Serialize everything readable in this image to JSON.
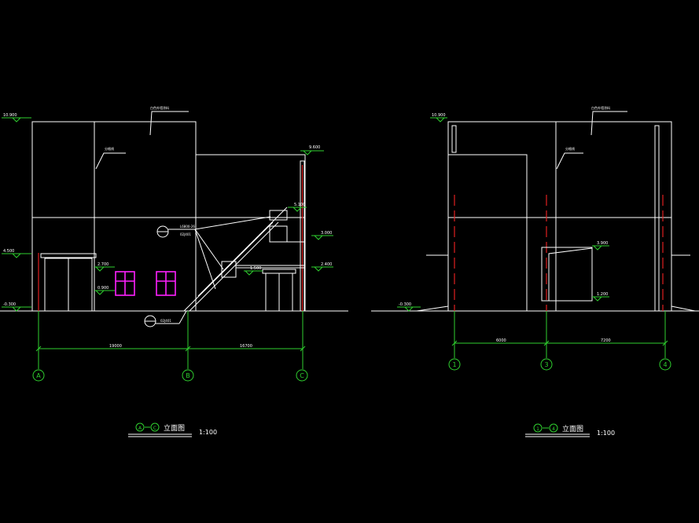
{
  "left_elevation": {
    "title": "立面图",
    "title_from": "A",
    "title_to": "C",
    "scale": "1:100",
    "axes": [
      "A",
      "B",
      "C"
    ],
    "callout_wall": "白色外墙涂料",
    "callout_tile": "分格线",
    "callout_stair": "L6800-26",
    "callout_stair_sub": "02J401",
    "callout_base": "02J401",
    "dim_left": "19000",
    "dim_right": "16700",
    "levels": {
      "top": "10.900",
      "right_top": "9.600",
      "mid_left": "4.500",
      "door": "2.700",
      "window": "0.900",
      "ground": "-0.300",
      "step_a": "5.100",
      "step_b": "3.000",
      "step_c": "2.400",
      "landing": "1.500"
    }
  },
  "right_elevation": {
    "title": "立面图",
    "title_from": "1",
    "title_to": "4",
    "scale": "1:100",
    "axes": [
      "1",
      "3",
      "4"
    ],
    "callout_wall": "白色外墙涂料",
    "callout_tile": "分格线",
    "dim_left": "6000",
    "dim_right": "7200",
    "levels": {
      "top": "10.900",
      "box_top": "3.900",
      "box_bottom": "1.200",
      "ground": "-0.300"
    }
  }
}
